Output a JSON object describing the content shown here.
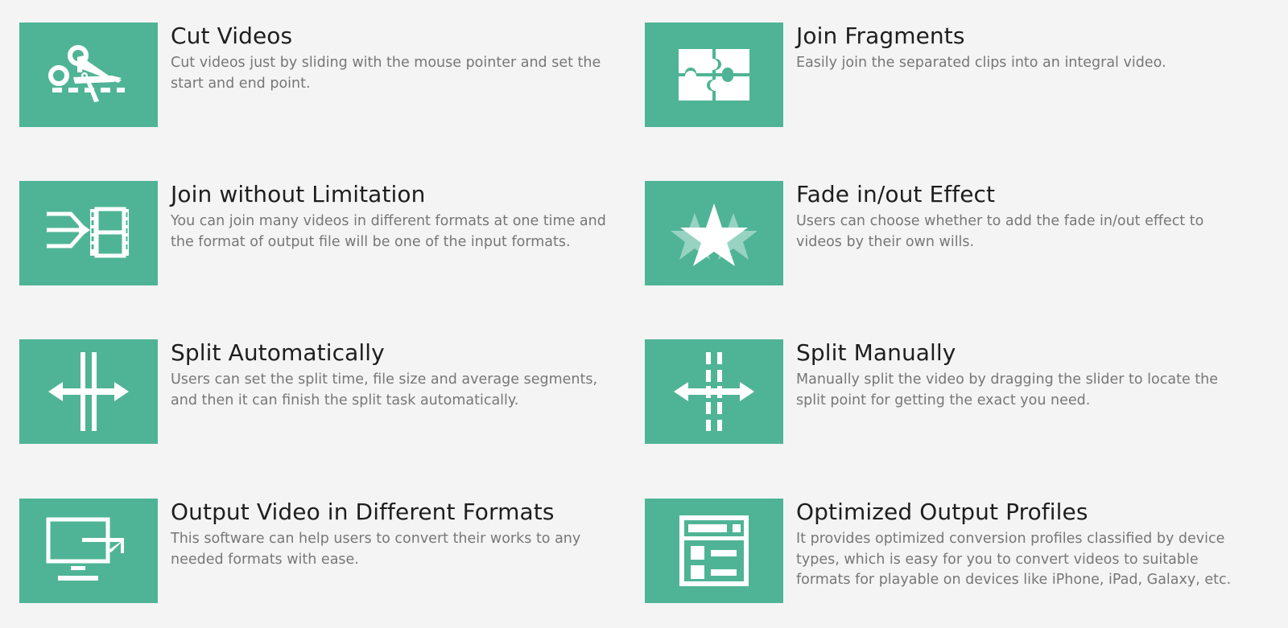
{
  "theme": {
    "page_background": "#f4f4f4",
    "icon_tile_color": "#4fb495",
    "icon_glyph_color": "#ffffff",
    "title_color": "#1e1e1e",
    "description_color": "#777777"
  },
  "features": [
    {
      "icon": "scissors-cut-icon",
      "title": "Cut Videos",
      "description": "Cut videos just by sliding with the mouse pointer and set the start and end point."
    },
    {
      "icon": "puzzle-pieces-icon",
      "title": "Join Fragments",
      "description": "Easily join the separated clips into an integral video."
    },
    {
      "icon": "filmstrip-merge-icon",
      "title": "Join without Limitation",
      "description": "You can join many videos in different formats at one time and the format of output file will be one of the input formats."
    },
    {
      "icon": "three-stars-fade-icon",
      "title": "Fade in/out Effect",
      "description": "Users can choose whether to add the fade in/out effect to videos by their own wills."
    },
    {
      "icon": "split-solid-bars-arrow-icon",
      "title": "Split Automatically",
      "description": "Users can set the split time, file size and average segments, and then it can finish the split task automatically."
    },
    {
      "icon": "split-dashed-bars-arrow-icon",
      "title": "Split Manually",
      "description": "Manually split the video by dragging the slider to locate the split point for getting the exact you need."
    },
    {
      "icon": "monitor-export-arrow-icon",
      "title": "Output Video in Different Formats",
      "description": "This software can help users to convert their works to any needed formats with ease."
    },
    {
      "icon": "window-profile-list-icon",
      "title": "Optimized Output Profiles",
      "description": "It provides optimized conversion profiles classified by device types, which is easy for you to convert videos to suitable formats for playable on devices like iPhone, iPad, Galaxy, etc."
    }
  ]
}
